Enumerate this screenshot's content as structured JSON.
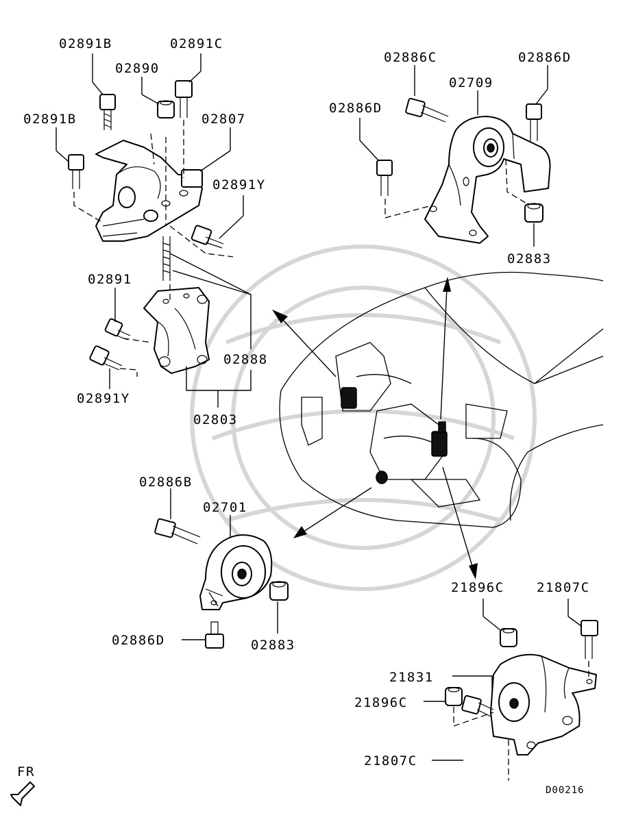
{
  "diagram": {
    "labels": {
      "l1": "02891B",
      "l2": "02891C",
      "l3": "02890",
      "l4": "02891B",
      "l5": "02807",
      "l6": "02891Y",
      "l7": "02891",
      "l8": "02888",
      "l9": "02891Y",
      "l10": "02803",
      "l11": "02886C",
      "l12": "02886D",
      "l13": "02709",
      "l14": "02886D",
      "l15": "02883",
      "l16": "02886B",
      "l17": "02701",
      "l18": "02886D",
      "l19": "02883",
      "l20": "21896C",
      "l21": "21807C",
      "l22": "21831",
      "l23": "21896C",
      "l24": "21807C"
    },
    "direction_label": "FR",
    "drawing_code": "D00216"
  }
}
